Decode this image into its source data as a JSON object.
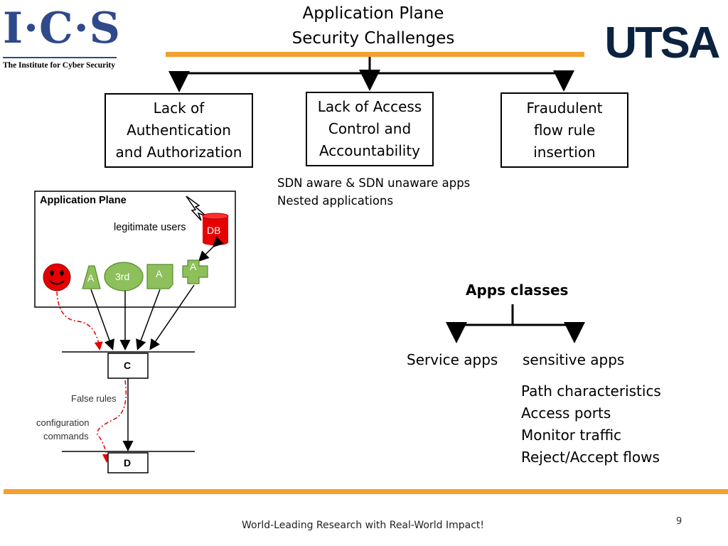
{
  "logo": {
    "ics_text": "I·C·S",
    "ics_tagline": "The Institute for Cyber Security",
    "utsa_text": "UTSA"
  },
  "title": {
    "line1": "Application Plane",
    "line2": "Security Challenges"
  },
  "challenges": [
    {
      "lines": [
        "Lack of",
        "Authentication",
        "and Authorization"
      ]
    },
    {
      "lines": [
        "Lack of Access",
        "Control and",
        "Accountability"
      ]
    },
    {
      "lines": [
        "Fraudulent",
        "flow rule",
        "insertion"
      ]
    }
  ],
  "notes": [
    "SDN aware & SDN unaware apps",
    "Nested applications"
  ],
  "diagram": {
    "panel_title": "Application Plane",
    "legit_label": "legitimate users",
    "db_label": "DB",
    "app_label_a": "A",
    "third_label": "3rd",
    "controller_label": "C",
    "device_label": "D",
    "false_rules_label": "False rules",
    "config_label_1": "configuration",
    "config_label_2": "commands"
  },
  "apps": {
    "heading": "Apps classes",
    "service": "Service apps",
    "sensitive": "sensitive apps",
    "sensitive_items": [
      "Path characteristics",
      "Access ports",
      "Monitor traffic",
      "Reject/Accept flows"
    ]
  },
  "footer": {
    "tagline": "World-Leading Research with Real-World Impact!",
    "page_number": "9"
  },
  "colors": {
    "accent_orange": "#f4a02e",
    "ics_blue": "#2f4a8a",
    "utsa_navy": "#0c2340",
    "app_green": "#8dc05a",
    "attacker_red": "#e60000"
  }
}
